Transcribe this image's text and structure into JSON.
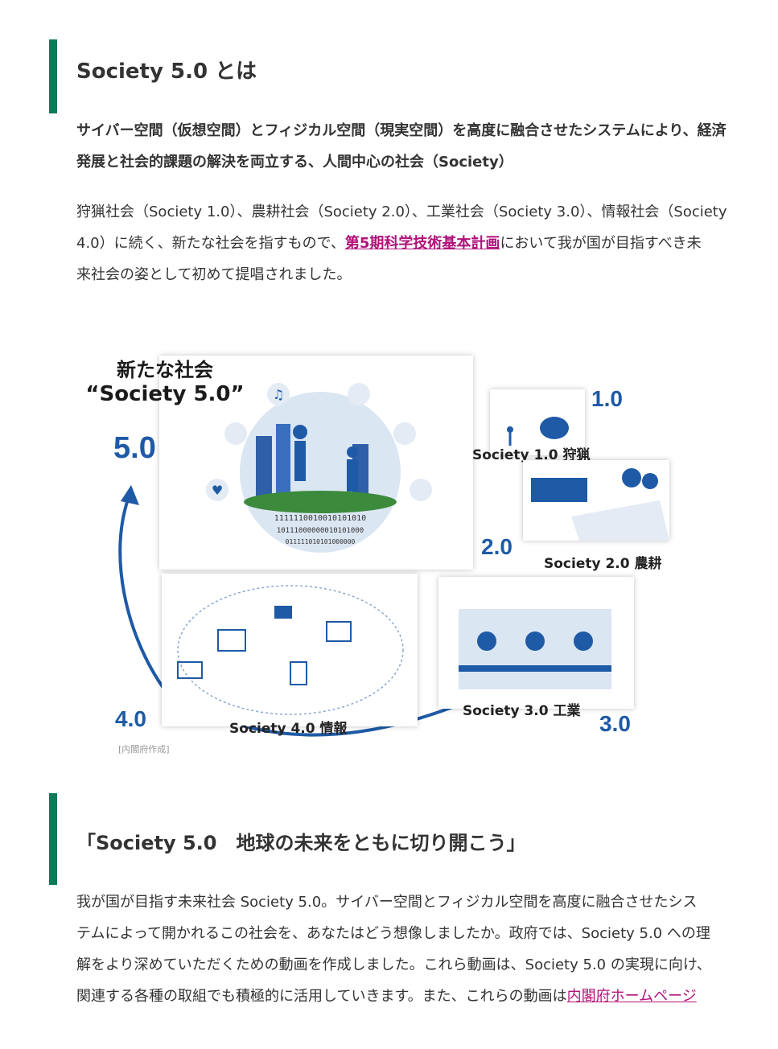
{
  "section1": {
    "title": "Society 5.0 とは",
    "definition_line1": "サイバー空間（仮想空間）とフィジカル空間（現実空間）を高度に融合させたシステムにより、経済",
    "definition_line2": "発展と社会的課題の解決を両立する、人間中心の社会（Society）",
    "body_line1": "狩猟社会（Society 1.0）、農耕社会（Society 2.0）、工業社会（Society 3.0）、情報社会（Society",
    "body_line2_pre": "4.0）に続く、新たな社会を指すもので、",
    "body_line2_link": "第5期科学技術基本計画",
    "body_line2_post": "において我が国が目指すべき未",
    "body_line3": "来社会の姿として初めて提唱されました。"
  },
  "figure": {
    "title_line1": "新たな社会",
    "title_line2": "“Society 5.0”",
    "num_5": "5.0",
    "num_1": "1.0",
    "num_2": "2.0",
    "num_3": "3.0",
    "num_4": "4.0",
    "label_1": "Society 1.0 狩猟",
    "label_2": "Society 2.0 農耕",
    "label_3": "Society 3.0 工業",
    "label_4": "Society 4.0 情報",
    "binary_1": "1111110010010101010",
    "binary_2": "10111000000010101000",
    "binary_3": "011111010101000000",
    "caption": "[内閣府作成]",
    "accent_color": "#1e5aa6"
  },
  "section2": {
    "title": "「Society 5.0　地球の未来をともに切り開こう」",
    "line1": "我が国が目指す未来社会 Society 5.0。サイバー空間とフィジカル空間を高度に融合させたシス",
    "line2": "テムによって開かれるこの社会を、あなたはどう想像しましたか。政府では、Society 5.0 への理",
    "line3": "解をより深めていただくための動画を作成しました。これら動画は、Society 5.0 の実現に向け、",
    "line4_pre": "関連する各種の取組でも積極的に活用していきます。また、これらの動画は",
    "line4_link": "内閣府ホームページ"
  },
  "colors": {
    "bar": "#0e7a57",
    "link": "#b0127a",
    "text": "#333333"
  }
}
